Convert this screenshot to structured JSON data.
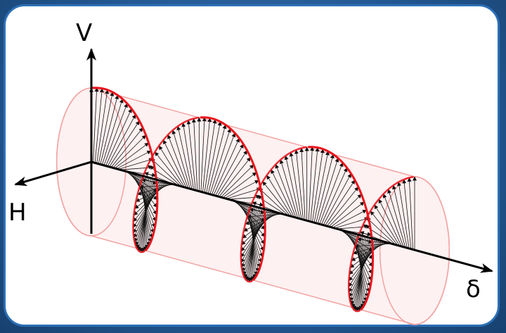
{
  "diagram": {
    "axes": {
      "vertical_label": "V",
      "horizontal_label": "H",
      "propagation_label": "δ"
    },
    "colors": {
      "helix": "#e8141c",
      "cylinder_edge": "#f2a3a3",
      "cylinder_fill": "#fde6e6",
      "vectors": "#111111",
      "axes": "#000000",
      "frame": "#2c6fb6",
      "background": "#1f4e86"
    },
    "helix": {
      "turns": 3,
      "vector_count": 180
    }
  }
}
